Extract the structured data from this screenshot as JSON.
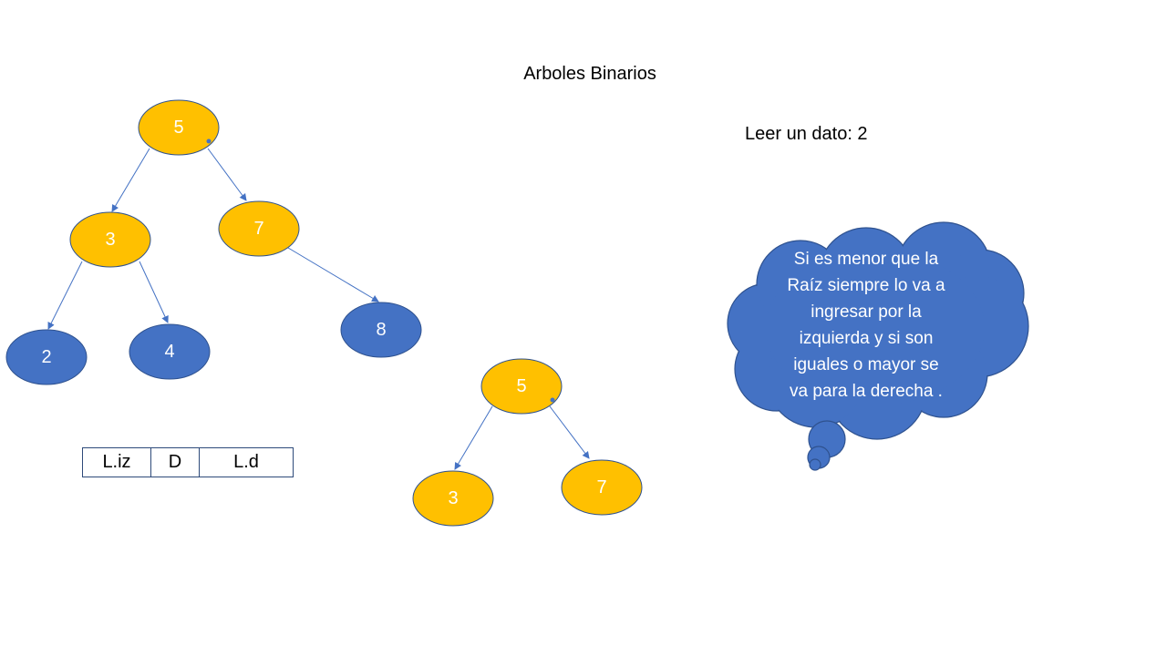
{
  "slide": {
    "title": "Arboles Binarios",
    "read_label": "Leer un dato: 2"
  },
  "colors": {
    "yellow_node": "#ffc000",
    "blue_node": "#4472c4",
    "arrow": "#4472c4",
    "node_outline": "#2f528f"
  },
  "tree_main": {
    "nodes": [
      {
        "id": "n5",
        "label": "5",
        "color": "yellow"
      },
      {
        "id": "n3",
        "label": "3",
        "color": "yellow"
      },
      {
        "id": "n7",
        "label": "7",
        "color": "yellow"
      },
      {
        "id": "n2",
        "label": "2",
        "color": "blue"
      },
      {
        "id": "n4",
        "label": "4",
        "color": "blue"
      },
      {
        "id": "n8",
        "label": "8",
        "color": "blue"
      }
    ]
  },
  "tree_small": {
    "nodes": [
      {
        "id": "s5",
        "label": "5",
        "color": "yellow"
      },
      {
        "id": "s3",
        "label": "3",
        "color": "yellow"
      },
      {
        "id": "s7",
        "label": "7",
        "color": "yellow"
      }
    ]
  },
  "node_struct": {
    "cells": [
      "L.iz",
      "D",
      "L.d"
    ]
  },
  "thought_bubble": {
    "lines": [
      "Si es menor que la",
      "Raíz siempre lo va a",
      "ingresar por la",
      "izquierda y si son",
      "iguales o mayor se",
      "va para la derecha ."
    ]
  }
}
